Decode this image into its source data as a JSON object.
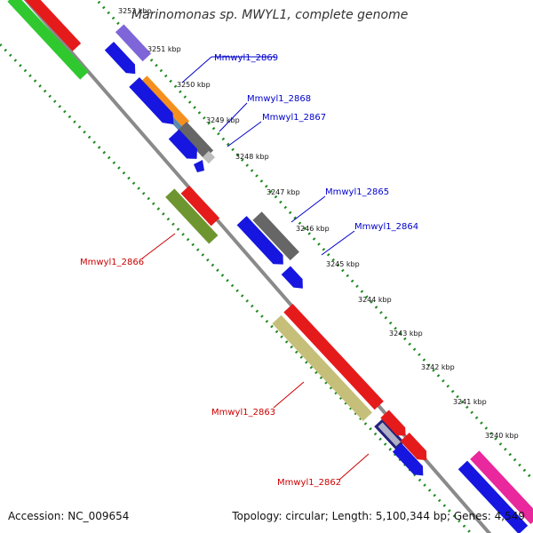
{
  "title": "Marinomonas sp. MWYL1, complete genome",
  "accession": "Accession: NC_009654",
  "summary": "Topology: circular; Length: 5,100,344 bp; Genes: 4,549",
  "colors": {
    "backbone": "#8a8a8a",
    "tick_dots": "#1e8a1e",
    "forward_label": "#0000cc",
    "reverse_label": "#cc0000"
  },
  "ticks": [
    "3252 kbp",
    "3251 kbp",
    "3250 kbp",
    "3249 kbp",
    "3248 kbp",
    "3247 kbp",
    "3246 kbp",
    "3245 kbp",
    "3244 kbp",
    "3243 kbp",
    "3242 kbp",
    "3241 kbp",
    "3240 kbp"
  ],
  "gene_labels": {
    "g2869": "Mmwyl1_2869",
    "g2868": "Mmwyl1_2868",
    "g2867": "Mmwyl1_2867",
    "g2865": "Mmwyl1_2865",
    "g2864": "Mmwyl1_2864",
    "g2866": "Mmwyl1_2866",
    "g2863": "Mmwyl1_2863",
    "g2862": "Mmwyl1_2862"
  }
}
